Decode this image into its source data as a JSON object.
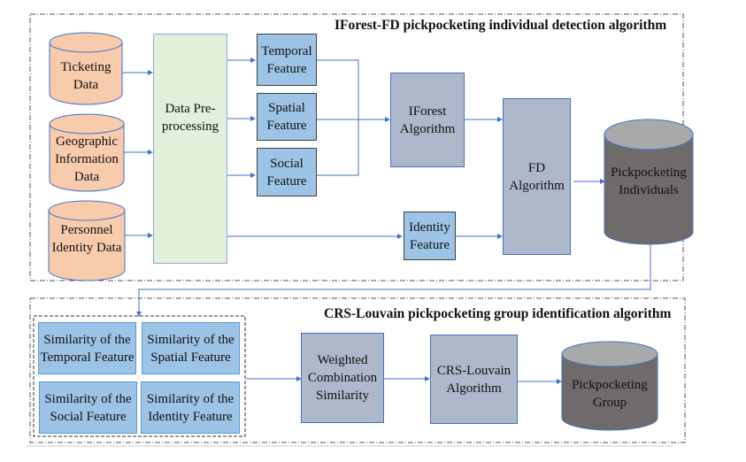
{
  "panels": {
    "top": {
      "title": "IForest-FD pickpocketing individual detection algorithm"
    },
    "bottom": {
      "title": "CRS-Louvain pickpocketing group identification algorithm"
    }
  },
  "sources": {
    "ticketing": "Ticketing Data",
    "geographic": "Geographic Information Data",
    "identity": "Personnel Identity Data"
  },
  "preprocessing": "Data Pre-processing",
  "features": {
    "temporal": "Temporal Feature",
    "spatial": "Spatial Feature",
    "social": "Social Feature",
    "identity": "Identity Feature"
  },
  "algorithms": {
    "iforest": "IForest Algorithm",
    "fd": "FD Algorithm",
    "weighted": "Weighted Combination Similarity",
    "crs_louvain": "CRS-Louvain Algorithm"
  },
  "outputs": {
    "individuals": "Pickpocketing Individuals",
    "group": "Pickpocketing Group"
  },
  "similarities": {
    "temporal": "Similarity of the Temporal Feature",
    "spatial": "Similarity of the Spatial Feature",
    "social": "Similarity of the Social Feature",
    "identity": "Similarity of the Identity Feature"
  },
  "colors": {
    "source_fill": "#f8cbad",
    "preprocess_fill": "#e2efd9",
    "feature_fill": "#9dc3e6",
    "algorithm_fill": "#adb9ca",
    "output_fill": "#6f6b6b",
    "output_top": "#a9a9a9",
    "arrow": "#4472c4"
  }
}
